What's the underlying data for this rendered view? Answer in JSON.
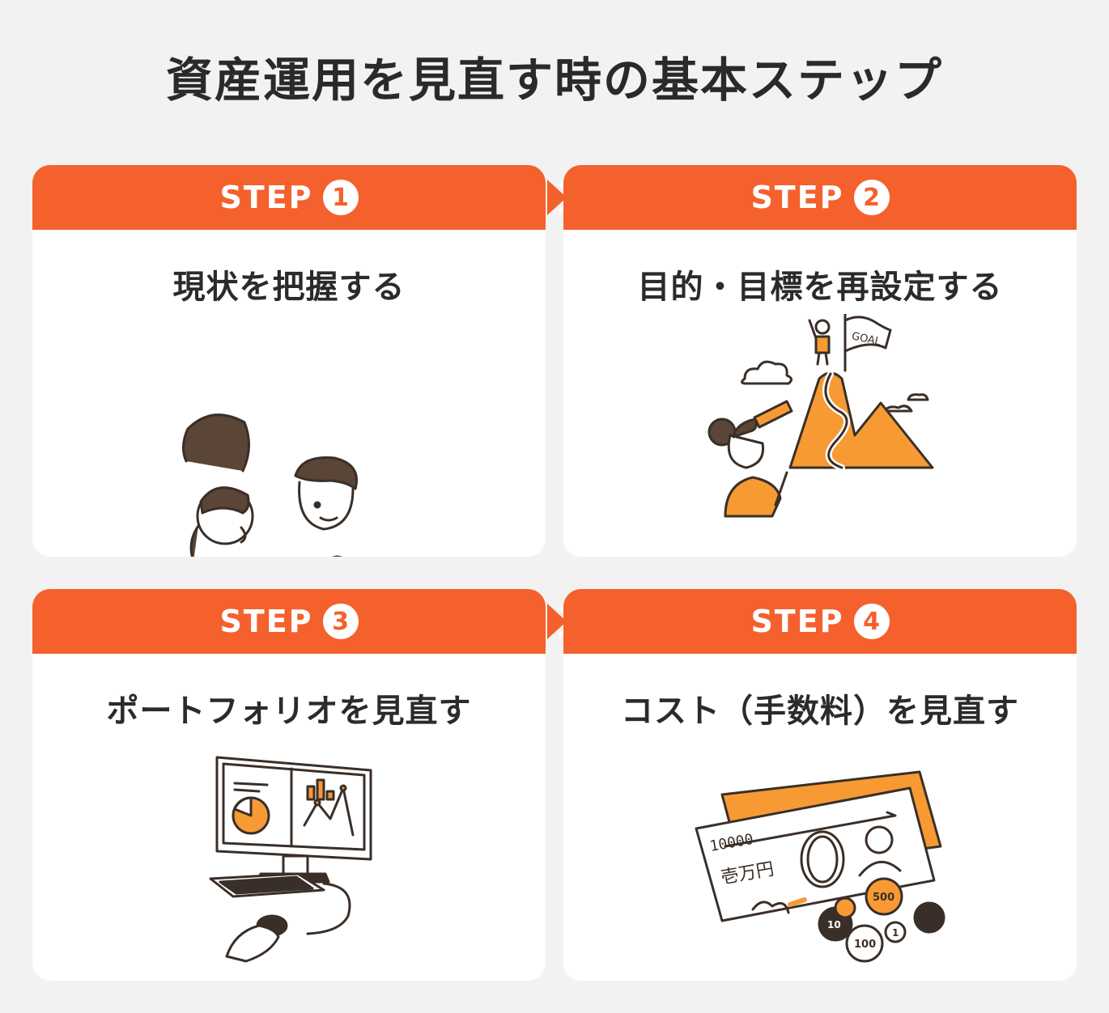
{
  "title": "資産運用を見直す時の基本ステップ",
  "steps": [
    {
      "label": "STEP",
      "num": "1",
      "title": "現状を把握する",
      "illustration": "couple-reviewing-finances"
    },
    {
      "label": "STEP",
      "num": "2",
      "title": "目的・目標を再設定する",
      "illustration": "telescope-mountain-goal",
      "flag_text": "GOAL"
    },
    {
      "label": "STEP",
      "num": "3",
      "title": "ポートフォリオを見直す",
      "illustration": "desktop-computer-portfolio"
    },
    {
      "label": "STEP",
      "num": "4",
      "title": "コスト（手数料）を見直す",
      "illustration": "banknotes-and-coins",
      "note_number": "10000",
      "note_text": "壱万円",
      "coin_labels": [
        "500",
        "10",
        "100",
        "1"
      ]
    }
  ],
  "colors": {
    "accent": "#f4612d",
    "illustration": "#f79a34",
    "ink": "#3a2f28",
    "background": "#f2f2f2"
  }
}
